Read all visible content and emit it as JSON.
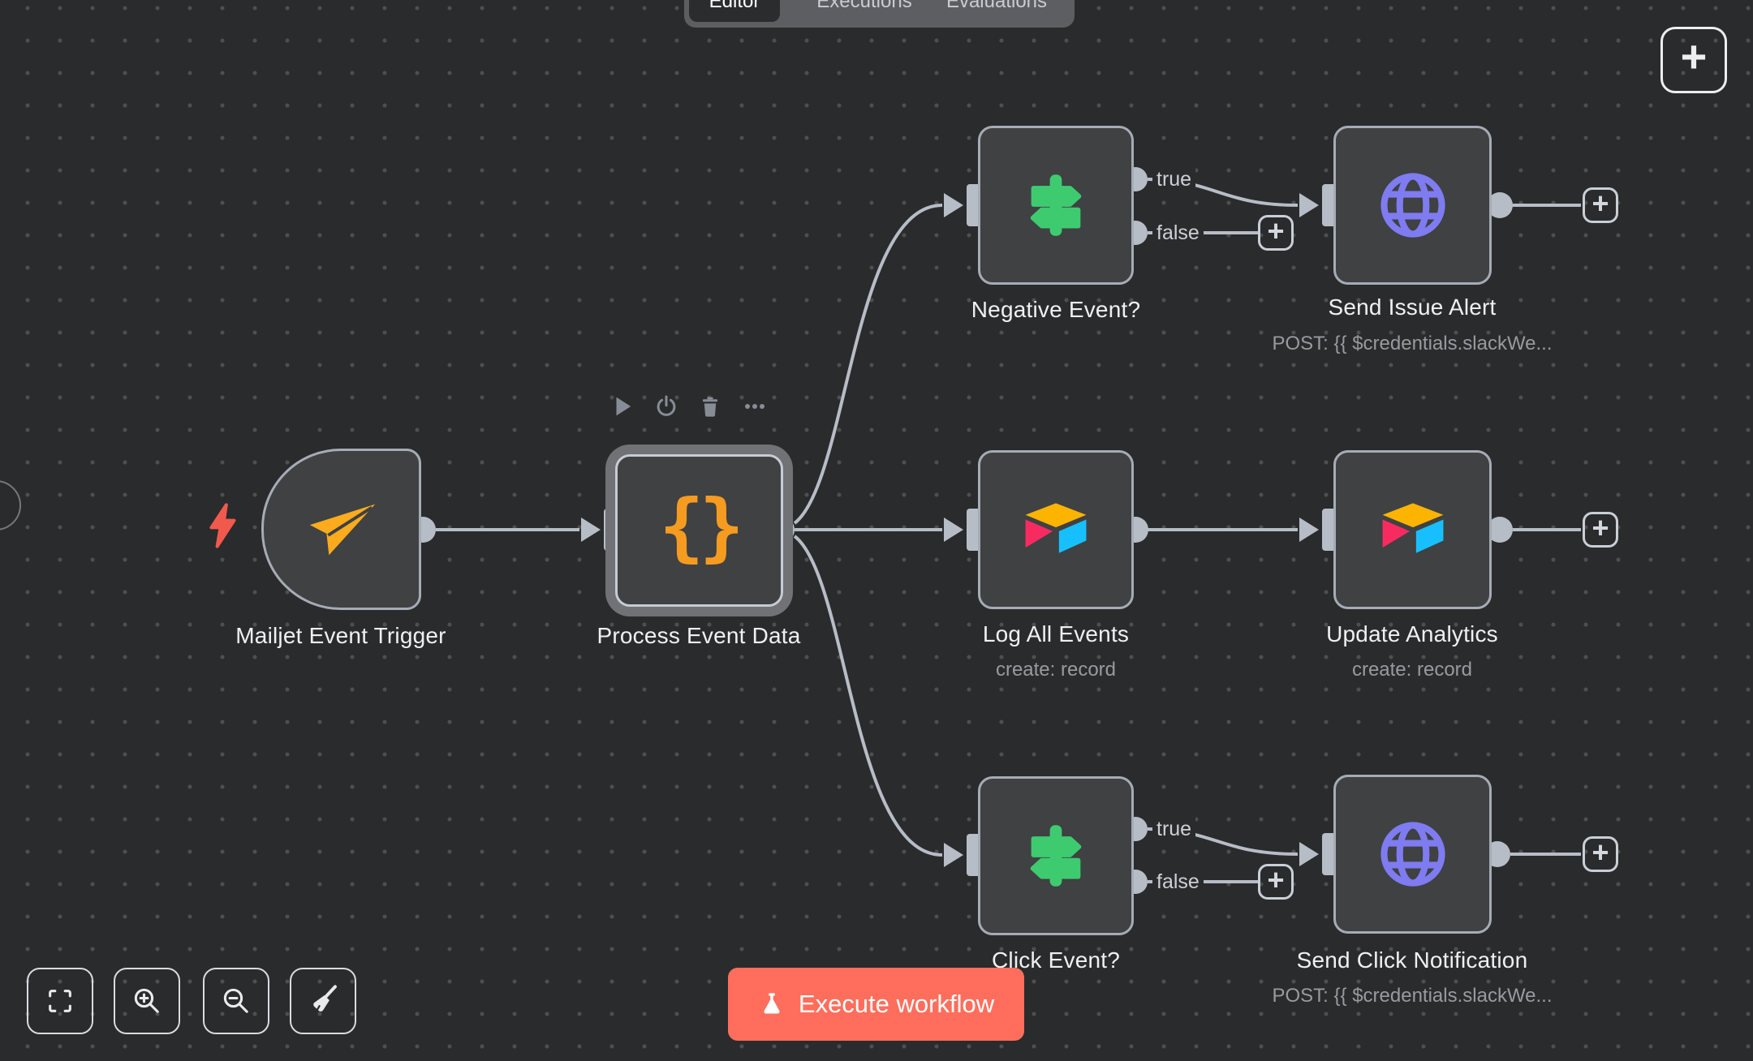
{
  "tabs": {
    "items": [
      {
        "label": "Editor",
        "active": true
      },
      {
        "label": "Executions",
        "active": false
      },
      {
        "label": "Evaluations",
        "active": false
      }
    ]
  },
  "nodes": {
    "trigger": {
      "label": "Mailjet Event Trigger"
    },
    "code": {
      "label": "Process Event Data"
    },
    "if_top": {
      "label": "Negative Event?",
      "output_true": "true",
      "output_false": "false"
    },
    "http_top": {
      "label": "Send Issue Alert",
      "subtitle": "POST: {{ $credentials.slackWe..."
    },
    "airtable_mid": {
      "label": "Log All Events",
      "subtitle": "create: record"
    },
    "airtable_right": {
      "label": "Update Analytics",
      "subtitle": "create: record"
    },
    "if_bottom": {
      "label": "Click Event?",
      "output_true": "true",
      "output_false": "false"
    },
    "http_bottom": {
      "label": "Send Click Notification",
      "subtitle": "POST: {{ $credentials.slackWe..."
    }
  },
  "buttons": {
    "execute": "Execute workflow",
    "plus": "+"
  },
  "icons": {
    "code_braces": "{}"
  },
  "colors": {
    "canvas_bg": "#2a2b2c",
    "node_fill": "#3f4143",
    "node_border": "#a5acb6",
    "edge": "#b7bdc7",
    "execute_button": "#ff6e5c",
    "code_icon": "#f59b20",
    "if_icon": "#3ecb70",
    "http_icon": "#7f7bf0",
    "airtable_yellow": "#fcb400",
    "airtable_pink": "#f82b60",
    "airtable_blue": "#18bfff",
    "mailjet_orange": "#fbab1d",
    "lightning_red": "#f2594d"
  }
}
